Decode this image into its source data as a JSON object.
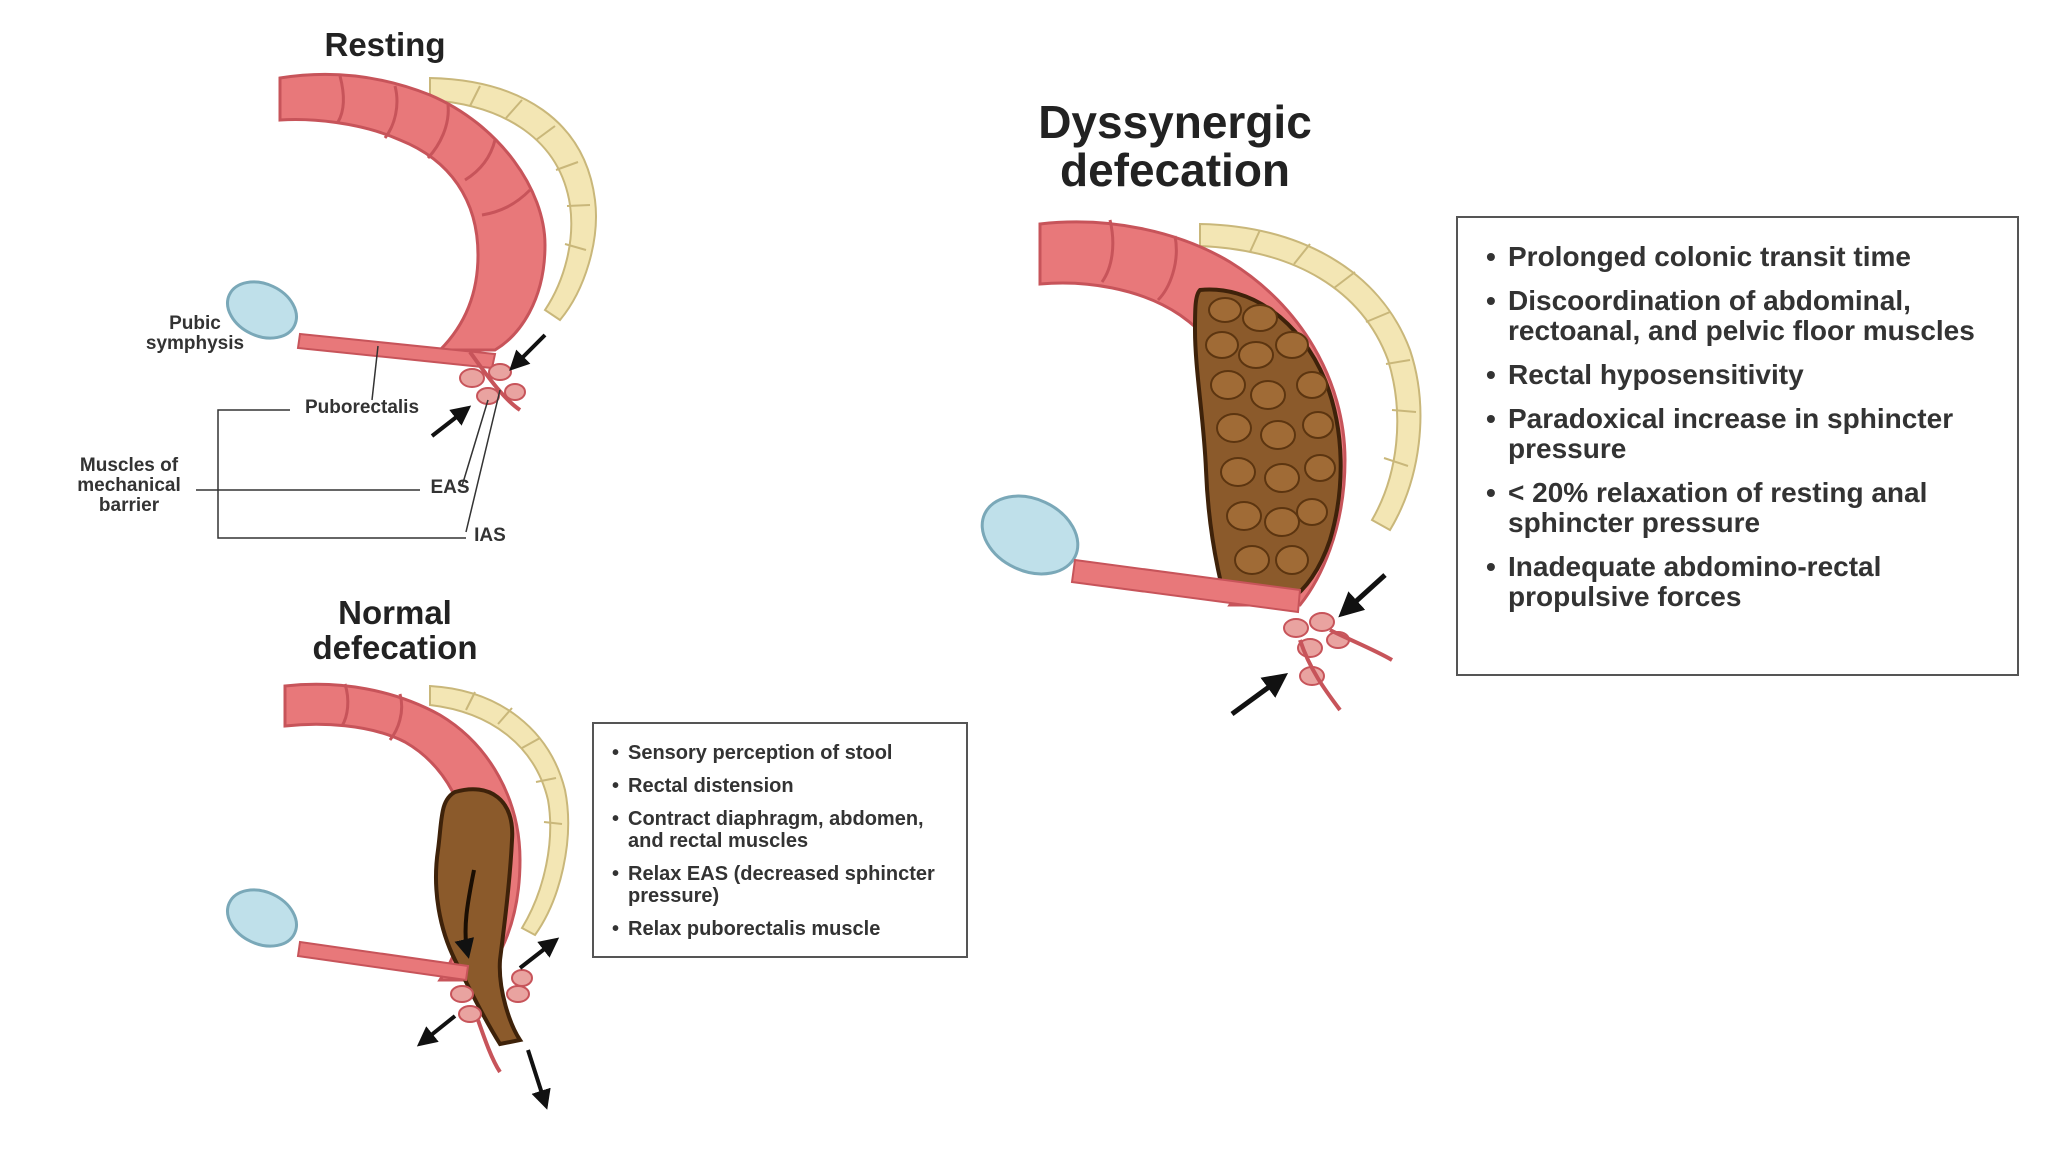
{
  "panels": {
    "resting": {
      "title": "Resting",
      "labels": {
        "pubic_symphysis": "Pubic symphysis",
        "puborectalis": "Puborectalis",
        "muscles_group": "Muscles of mechanical barrier",
        "eas": "EAS",
        "ias": "IAS"
      }
    },
    "normal": {
      "title": "Normal defecation",
      "bullets": [
        "Sensory perception of stool",
        "Rectal distension",
        "Contract diaphragm, abdomen, and rectal muscles",
        "Relax EAS (decreased sphincter pressure)",
        "Relax puborectalis muscle"
      ]
    },
    "dyssynergic": {
      "title": "Dyssynergic defecation",
      "bullets": [
        "Prolonged colonic transit time",
        "Discoordination of abdominal, rectoanal, and pelvic floor muscles",
        "Rectal hyposensitivity",
        "Paradoxical increase in sphincter pressure",
        "< 20% relaxation of resting anal sphincter pressure",
        "Inadequate abdomino-rectal propulsive forces"
      ]
    }
  },
  "colors": {
    "colon": "#e8787a",
    "colon_dark": "#c7545a",
    "stool": "#8b5a2b",
    "stool_dark": "#5c3510",
    "bone": "#f3e6b4",
    "pubis": "#bfe0ea",
    "muscle": "#e9a3a0"
  }
}
